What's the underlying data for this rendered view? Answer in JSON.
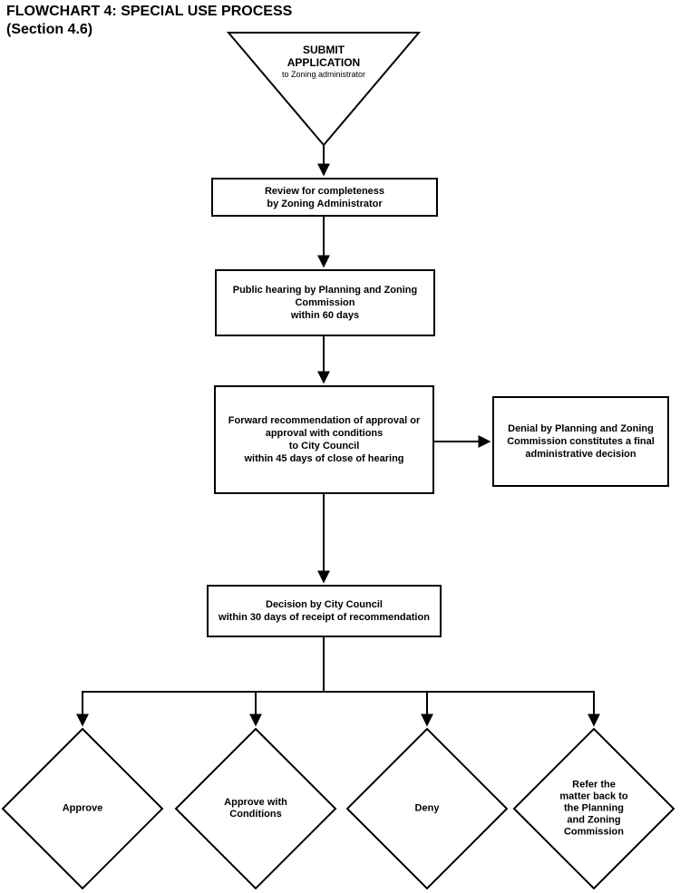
{
  "title": {
    "line1": "FLOWCHART 4: SPECIAL USE PROCESS",
    "line2": "(Section 4.6)"
  },
  "nodes": {
    "submit": {
      "line1": "SUBMIT",
      "line2": "APPLICATION",
      "note": "to Zoning administrator"
    },
    "review": {
      "text": "Review for completeness\nby Zoning Administrator"
    },
    "hearing": {
      "text": "Public hearing  by Planning and Zoning\nCommission\nwithin 60 days"
    },
    "forward": {
      "text": "Forward recommendation of approval or\napproval with conditions\nto City Council\nwithin 45 days of close of hearing"
    },
    "denial": {
      "text": "Denial by Planning and Zoning\nCommission constitutes a final\nadministrative decision"
    },
    "decision": {
      "text": "Decision by City Council\nwithin 30 days of receipt of recommendation"
    },
    "approve": {
      "text": "Approve"
    },
    "approve_conditions": {
      "text": "Approve with\nConditions"
    },
    "deny": {
      "text": "Deny"
    },
    "refer": {
      "text": "Refer the\nmatter back to\nthe Planning\nand Zoning\nCommission"
    }
  },
  "colors": {
    "ink": "#000000",
    "background": "#ffffff"
  }
}
